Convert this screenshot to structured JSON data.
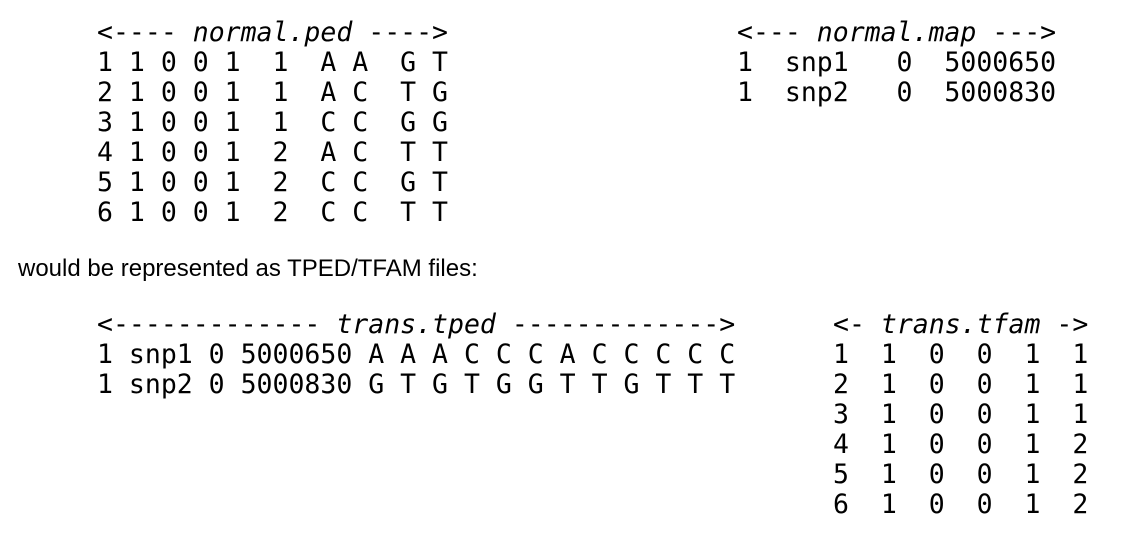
{
  "ped": {
    "header_left": "<---- ",
    "filename": "normal.ped",
    "header_right": " ---->",
    "rows": [
      "1 1 0 0 1  1  A A  G T",
      "2 1 0 0 1  1  A C  T G",
      "3 1 0 0 1  1  C C  G G",
      "4 1 0 0 1  2  A C  T T",
      "5 1 0 0 1  2  C C  G T",
      "6 1 0 0 1  2  C C  T T"
    ]
  },
  "map": {
    "header_left": "<--- ",
    "filename": "normal.map",
    "header_right": " --->",
    "rows": [
      "1  snp1   0  5000650",
      "1  snp2   0  5000830"
    ]
  },
  "caption": "would be represented as TPED/TFAM files:",
  "tped": {
    "header_left": "<------------- ",
    "filename": "trans.tped",
    "header_right": " ------------->",
    "rows": [
      "1 snp1 0 5000650 A A A C C C A C C C C C",
      "1 snp2 0 5000830 G T G T G G T T G T T T"
    ]
  },
  "tfam": {
    "header_left": "<- ",
    "filename": "trans.tfam",
    "header_right": " ->",
    "rows": [
      "1  1  0  0  1  1",
      "2  1  0  0  1  1",
      "3  1  0  0  1  1",
      "4  1  0  0  1  2",
      "5  1  0  0  1  2",
      "6  1  0  0  1  2"
    ]
  }
}
